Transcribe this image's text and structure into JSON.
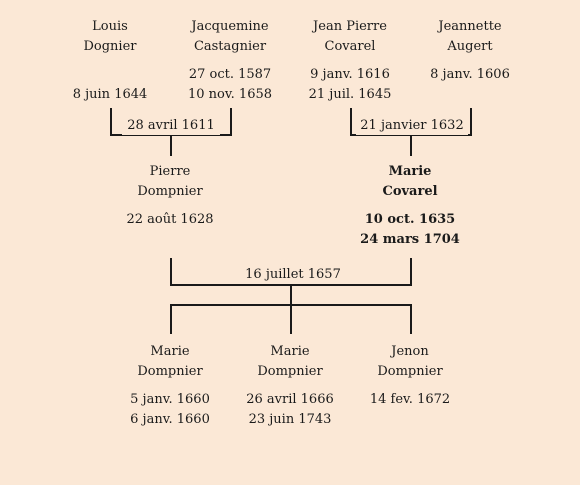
{
  "persons": {
    "louis": {
      "first": "Louis",
      "last": "Dognier",
      "birth": "",
      "death": "8 juin 1644"
    },
    "jacquemine": {
      "first": "Jacquemine",
      "last": "Castagnier",
      "birth": "27 oct. 1587",
      "death": "10 nov. 1658"
    },
    "jean_pierre": {
      "first": "Jean Pierre",
      "last": "Covarel",
      "birth": "9 janv. 1616",
      "death": "21 juil. 1645"
    },
    "jeannette": {
      "first": "Jeannette",
      "last": "Augert",
      "birth": "8 janv. 1606",
      "death": ""
    },
    "pierre": {
      "first": "Pierre",
      "last": "Dompnier",
      "birth": "22 août 1628",
      "death": ""
    },
    "marie_covarel": {
      "first": "Marie",
      "last": "Covarel",
      "birth": "10 oct. 1635",
      "death": "24 mars 1704"
    },
    "marie1": {
      "first": "Marie",
      "last": "Dompnier",
      "birth": "5 janv. 1660",
      "death": "6 janv. 1660"
    },
    "marie2": {
      "first": "Marie",
      "last": "Dompnier",
      "birth": "26 avril 1666",
      "death": "23 juin 1743"
    },
    "jenon": {
      "first": "Jenon",
      "last": "Dompnier",
      "birth": "14 fev. 1672",
      "death": ""
    }
  },
  "marriages": {
    "louis_jacquemine": "28 avril 1611",
    "jeanpierre_jeannette": "21 janvier 1632",
    "pierre_marie": "16 juillet 1657"
  }
}
